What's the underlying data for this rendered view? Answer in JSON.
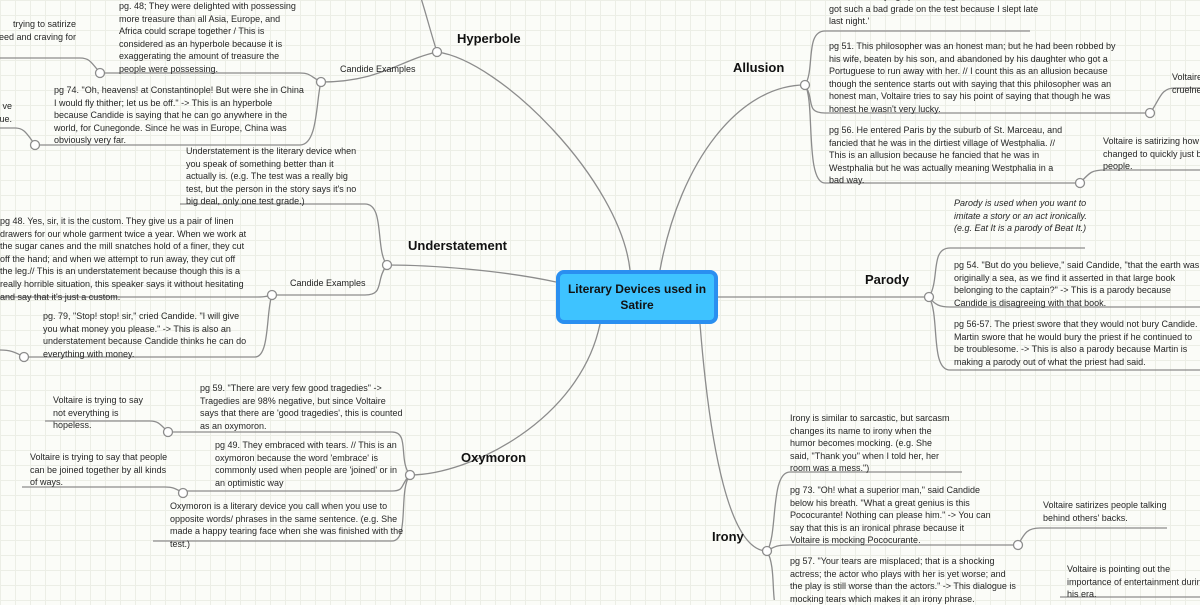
{
  "central": {
    "title": "Literary Devices used in Satire"
  },
  "branches": {
    "hyperbole": {
      "label": "Hyperbole",
      "group": "Candide Examples",
      "ex1": "pg. 48; They were delighted with possessing more treasure than all Asia, Europe, and Africa could scrape together / This is considered as an hyperbole because it is exaggerating the amount of treasure the people were possessing.",
      "ex1_note": "trying to satirize eed and craving for",
      "ex2": "pg 74. \"Oh, heavens! at Constantinople! But were she in China I would fly thither; let us be off.\" -> This is an hyperbole because Candide is saying that he can go anywhere in the world, for Cunegonde. Since he was in Europe, China was obviously very far.",
      "ex2_note": "ve ue."
    },
    "understatement": {
      "label": "Understatement",
      "definition": "Understatement is the literary device when you speak of something better than it actually is. (e.g. The test was a really big test, but the person in the story says it's no big deal, only one test grade.)",
      "group": "Candide Examples",
      "ex1": "pg 48. Yes, sir, it is the custom. They give us a pair of linen drawers for our whole garment twice a year. When we work at the sugar canes and the mill snatches hold of a finer, they cut off the hand; and when we attempt to run away, they cut off the leg.// This is an understatement because though this is a really horrible situation, this speaker says it without hesitating and say that it's just a custom.",
      "ex2": "pg. 79, \"Stop! stop! sir,\" cried Candide. \"I will give you what money you please.\" -> This is also an understatement because Candide thinks he can do everything with money."
    },
    "oxymoron": {
      "label": "Oxymoron",
      "ex1": "pg 59. \"There are very few good tragedies\" -> Tragedies are 98% negative, but since Voltaire says that there are 'good tragedies', this is counted as an oxymoron.",
      "ex1_note": "Voltaire is trying to say not everything is hopeless.",
      "ex2": "pg 49. They embraced with tears. // This is an oxymoron because the word 'embrace' is commonly used when people are 'joined' or in an optimistic way",
      "ex2_note": "Voltaire is trying to say that people can be joined together by all kinds of ways.",
      "definition": "Oxymoron is a literary device you call when you use to opposite words/ phrases in the same sentence. (e.g. She made a happy tearing face when she was finished with the test.)"
    },
    "allusion": {
      "label": "Allusion",
      "definition": "allusion of staying up late isn't good, I would write, 'I got such a bad grade on the test because I slept late last night.'",
      "ex1": "pg 51. This philosopher was an honest man; but he had been robbed by his wife, beaten by his son, and abandoned by his daughter who got a Portuguese to run away with her. // I count this as an allusion because though the sentence starts out with saying that this philosopher was an honest man, Voltaire tries to say his point of saying that though he was honest he wasn't very lucky.",
      "ex1_note": "Voltaire cruelne",
      "ex2": "pg 56. He entered Paris by the suburb of St. Marceau, and fancied that he was in the dirtiest village of Westphalia. // This is an allusion because he fancied that he was in Westphalia but he was actually meaning Westphalia in a bad way.",
      "ex2_note": "Voltaire is satirizing how changed to quickly just b people."
    },
    "parody": {
      "label": "Parody",
      "definition": "Parody is used when you want to imitate a story or an act ironically. (e.g. Eat It is a parody of Beat It.)",
      "ex1": "pg 54. \"But do you believe,\" said Candide, \"that the earth was originally a sea, as we find it asserted in that large book belonging to the captain?\" -> This is a parody because Candide is disagreeing with that book.",
      "ex2": "pg 56-57. The priest swore that they would not bury Candide. Martin swore that he would bury the priest if he continued to be troublesome. -> This is also a parody because Martin is making a parody out of what the priest had said."
    },
    "irony": {
      "label": "Irony",
      "definition": "Irony is similar to sarcastic, but sarcasm changes its name to irony when the humor becomes mocking. (e.g. She said, \"Thank you\" when I told her, her room was a mess.\")",
      "ex1": "pg 73. \"Oh! what a superior man,\" said Candide below his breath. \"What a great genius is this Pococurante! Nothing can please him.\" -> You can say that this is an ironical phrase because it Voltaire is mocking Pococurante.",
      "ex1_note": "Voltaire satirizes people talking behind others' backs.",
      "ex2": "pg 57. \"Your tears are misplaced; that is a shocking actress; the actor who plays with her is yet worse; and the play is still worse than the actors.\" -> This dialogue is mocking tears which makes it an irony phrase.",
      "ex2_note": "Voltaire is pointing out the importance of entertainment during his era."
    }
  },
  "colors": {
    "central_fill": "#3ec3ff",
    "central_border": "#2a8ff0",
    "link": "#8a8a8a"
  }
}
